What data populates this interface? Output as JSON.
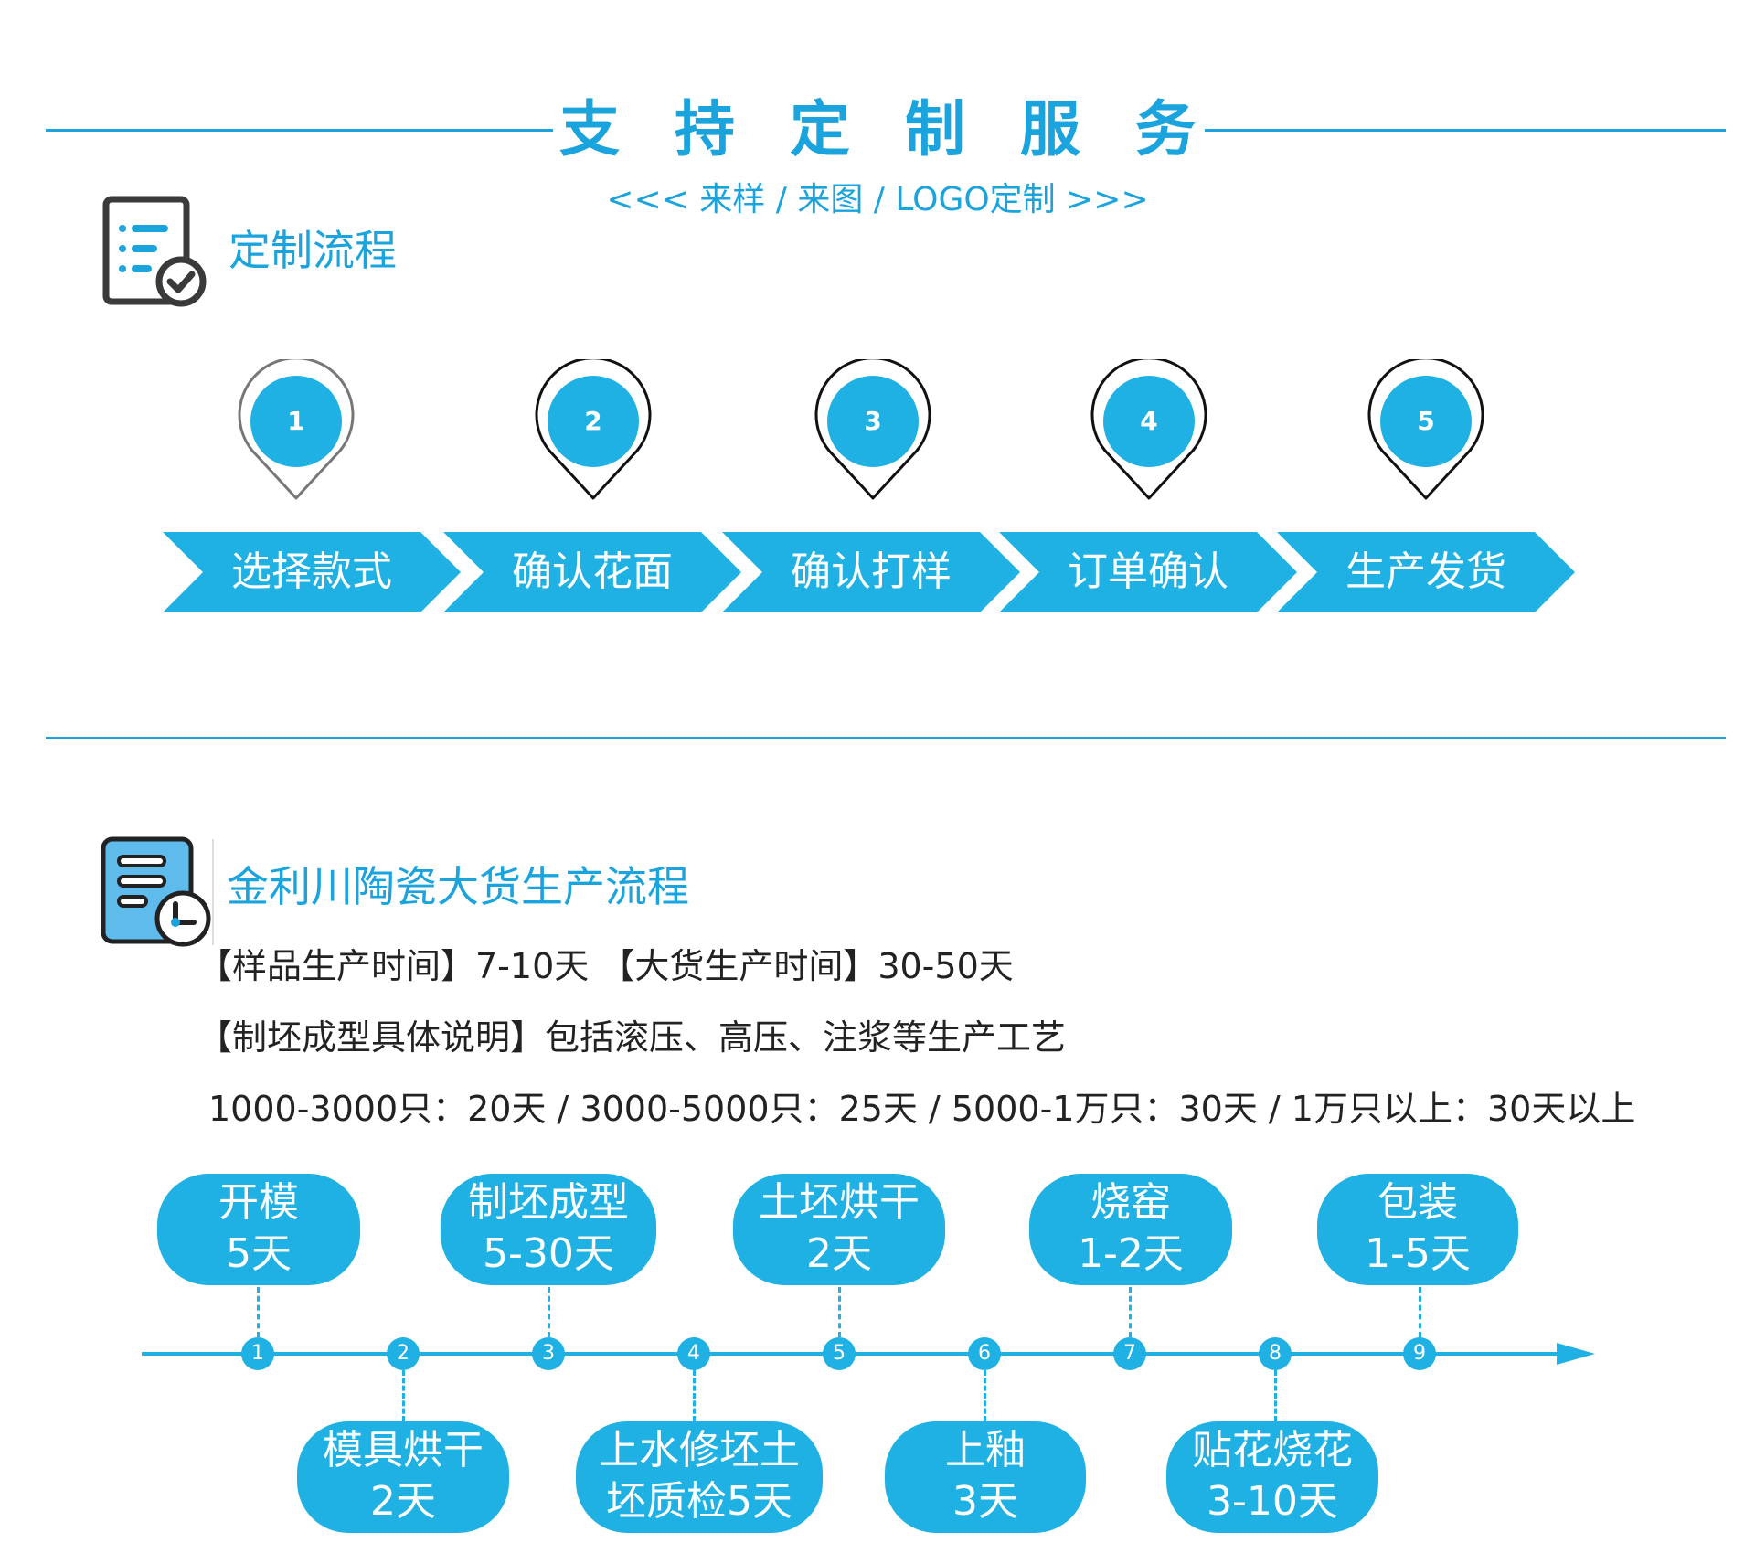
{
  "header": {
    "title": "支持定制服务",
    "subtitle": "<<< 来样 / 来图 / LOGO定制 >>>"
  },
  "section1": {
    "title": "定制流程",
    "icon": "checklist-icon",
    "steps": [
      {
        "num": "1",
        "label": "选择款式"
      },
      {
        "num": "2",
        "label": "确认花面"
      },
      {
        "num": "3",
        "label": "确认打样"
      },
      {
        "num": "4",
        "label": "订单确认"
      },
      {
        "num": "5",
        "label": "生产发货"
      }
    ]
  },
  "section2": {
    "title": "金利川陶瓷大货生产流程",
    "icon": "document-clock-icon",
    "info_line1": "【样品生产时间】7-10天  【大货生产时间】30-50天",
    "info_line2": "【制坯成型具体说明】包括滚压、高压、注浆等生产工艺",
    "info_line3": "1000-3000只：20天  /  3000-5000只：25天  /  5000-1万只：30天  /  1万只以上：30天以上",
    "timeline": [
      {
        "num": "1",
        "line1": "开模",
        "line2": "5天",
        "position": "top"
      },
      {
        "num": "2",
        "line1": "模具烘干",
        "line2": "2天",
        "position": "bottom"
      },
      {
        "num": "3",
        "line1": "制坯成型",
        "line2": "5-30天",
        "position": "top"
      },
      {
        "num": "4",
        "line1": "上水修坯土",
        "line2": "坯质检5天",
        "position": "bottom"
      },
      {
        "num": "5",
        "line1": "土坯烘干",
        "line2": "2天",
        "position": "top"
      },
      {
        "num": "6",
        "line1": "上釉",
        "line2": "3天",
        "position": "bottom"
      },
      {
        "num": "7",
        "line1": "烧窑",
        "line2": "1-2天",
        "position": "top"
      },
      {
        "num": "8",
        "line1": "贴花烧花",
        "line2": "3-10天",
        "position": "bottom"
      },
      {
        "num": "9",
        "line1": "包装",
        "line2": "1-5天",
        "position": "top"
      }
    ]
  },
  "colors": {
    "accent": "#1aa3dc",
    "pill": "#1fb1e3",
    "text": "#222222"
  }
}
